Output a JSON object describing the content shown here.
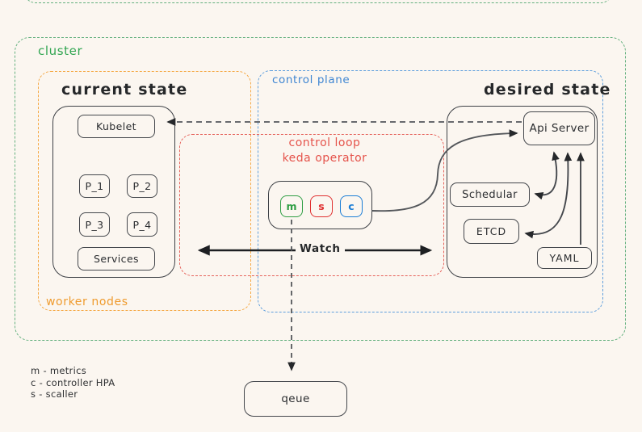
{
  "colors": {
    "background": "#fbf6f0",
    "green": "#63b07e",
    "green_label": "#33a653",
    "orange": "#f5a844",
    "orange_label": "#ef9b2e",
    "blue": "#5f9fdd",
    "blue_label": "#3f86d2",
    "red": "#e6635c",
    "red_label": "#e5534b",
    "ink": "#3e4146",
    "connector_gray": "#54575b",
    "arrow_black": "#1d1f22",
    "component_m_green": "#2f9e44",
    "component_s_red": "#e03131",
    "component_c_blue": "#1c7ed6"
  },
  "cluster": {
    "label": "cluster"
  },
  "worker_nodes": {
    "label": "worker nodes",
    "title": "current state",
    "kubelet": "Kubelet",
    "pods": [
      "P_1",
      "P_2",
      "P_3",
      "P_4"
    ],
    "services": "Services"
  },
  "control_plane": {
    "label": "control plane",
    "title": "desired state",
    "api_server": "Api Server",
    "scheduler": "Schedular",
    "etcd": "ETCD",
    "yaml": "YAML"
  },
  "control_loop": {
    "label_line1": "control loop",
    "label_line2": "keda operator",
    "components": [
      {
        "label": "m",
        "color": "#2f9e44"
      },
      {
        "label": "s",
        "color": "#e03131"
      },
      {
        "label": "c",
        "color": "#1c7ed6"
      }
    ]
  },
  "watch": {
    "label": "Watch"
  },
  "queue": {
    "label": "qeue"
  },
  "legend": {
    "items": [
      "m - metrics",
      "c - controller HPA",
      "s - scaller"
    ]
  }
}
